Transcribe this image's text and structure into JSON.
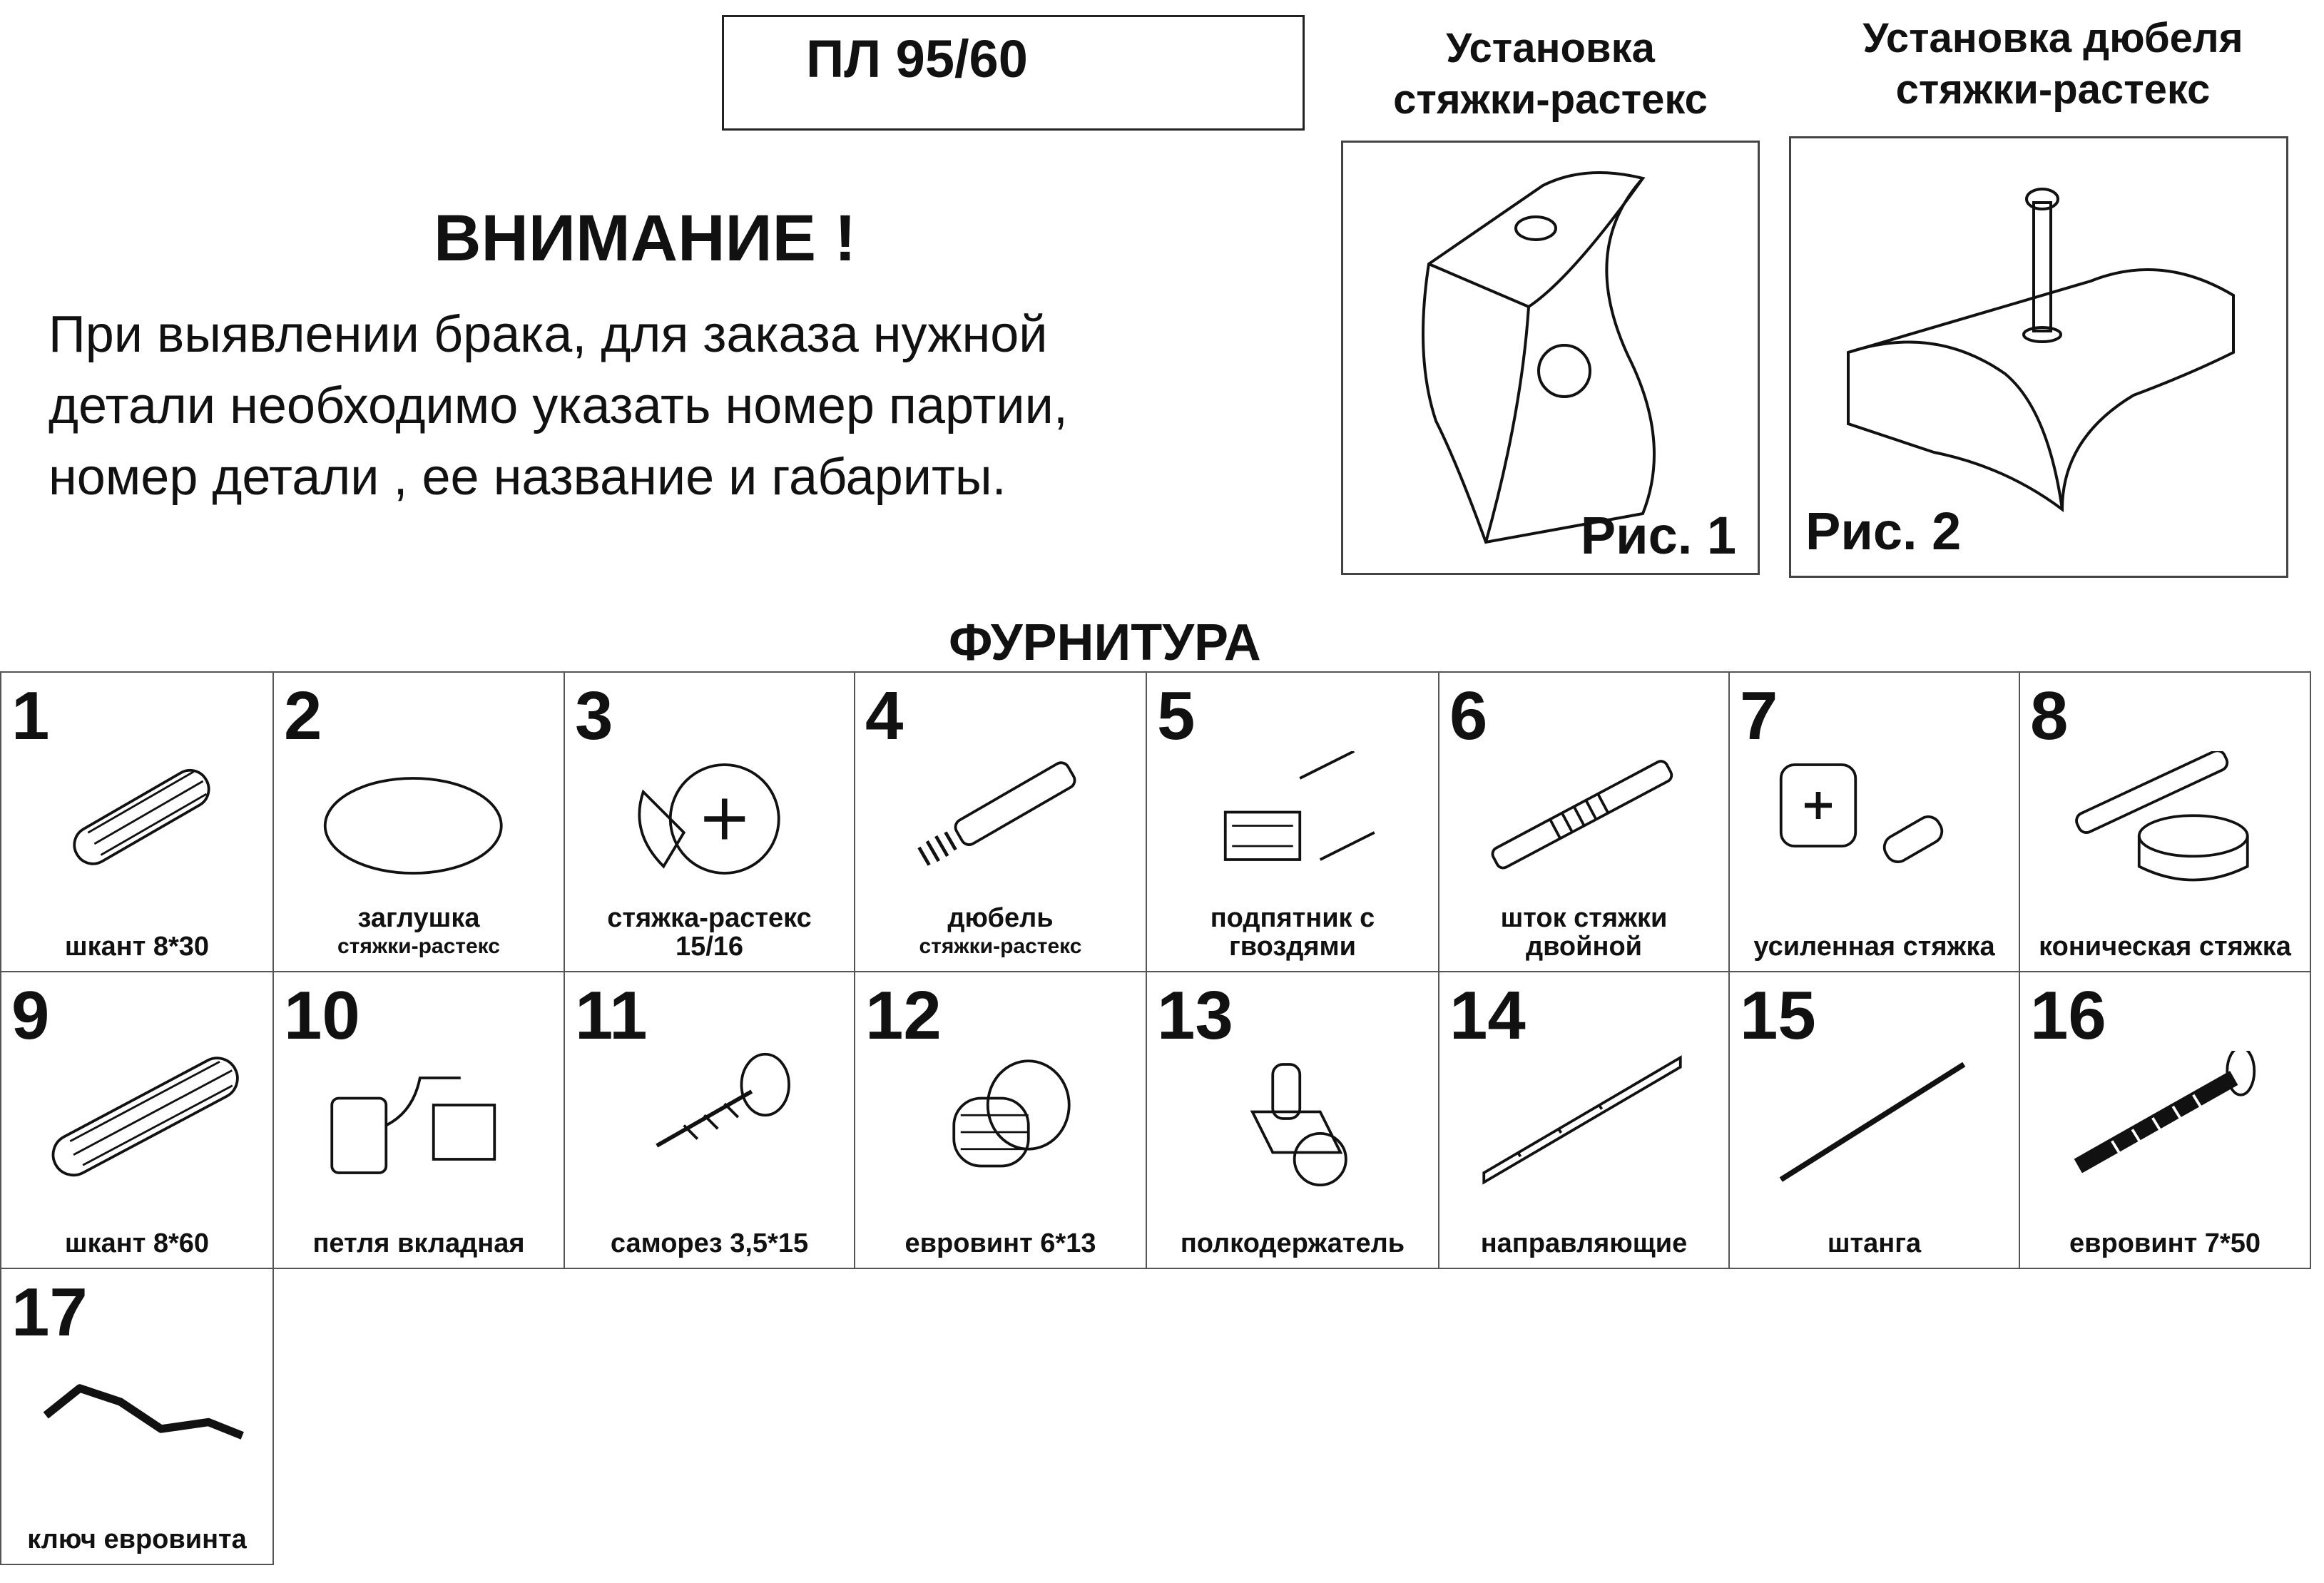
{
  "model": "ПЛ 95/60",
  "notice": {
    "title": "ВНИМАНИЕ !",
    "lines": [
      "При выявлении брака, для заказа нужной",
      "детали необходимо указать номер партии,",
      "номер детали , ее название и габариты."
    ]
  },
  "figures": [
    {
      "heading": [
        "Установка",
        "стяжки-растекс"
      ],
      "label": "Рис. 1"
    },
    {
      "heading": [
        "Установка дюбеля",
        "стяжки-растекс"
      ],
      "label": "Рис. 2"
    }
  ],
  "hardware_title": "ФУРНИТУРА",
  "items": [
    {
      "num": "1",
      "name": "шкант 8*30",
      "icon": "dowel-icon"
    },
    {
      "num": "2",
      "name": "заглушка",
      "sub": "стяжки-растекс",
      "icon": "cap-icon"
    },
    {
      "num": "3",
      "name": "стяжка-растекс",
      "sub": "15/16",
      "icon": "cam-lock-icon"
    },
    {
      "num": "4",
      "name": "дюбель",
      "sub": "стяжки-растекс",
      "icon": "cam-bolt-icon"
    },
    {
      "num": "5",
      "name": "подпятник с",
      "sub": "гвоздями",
      "icon": "glide-nails-icon"
    },
    {
      "num": "6",
      "name": "шток стяжки",
      "sub": "двойной",
      "icon": "double-bolt-icon"
    },
    {
      "num": "7",
      "name": "усиленная стяжка",
      "icon": "reinforced-lock-icon"
    },
    {
      "num": "8",
      "name": "коническая стяжка",
      "icon": "conical-lock-icon"
    },
    {
      "num": "9",
      "name": "шкант 8*60",
      "icon": "dowel-long-icon"
    },
    {
      "num": "10",
      "name": "петля вкладная",
      "icon": "hinge-icon"
    },
    {
      "num": "11",
      "name": "саморез 3,5*15",
      "icon": "screw-icon"
    },
    {
      "num": "12",
      "name": "евровинт 6*13",
      "icon": "euroscrew-short-icon"
    },
    {
      "num": "13",
      "name": "полкодержатель",
      "icon": "shelf-support-icon"
    },
    {
      "num": "14",
      "name": "направляющие",
      "icon": "drawer-rail-icon"
    },
    {
      "num": "15",
      "name": "штанга",
      "icon": "rod-icon"
    },
    {
      "num": "16",
      "name": "евровинт 7*50",
      "icon": "euroscrew-long-icon"
    },
    {
      "num": "17",
      "name": "ключ евровинта",
      "icon": "hex-key-icon"
    }
  ]
}
